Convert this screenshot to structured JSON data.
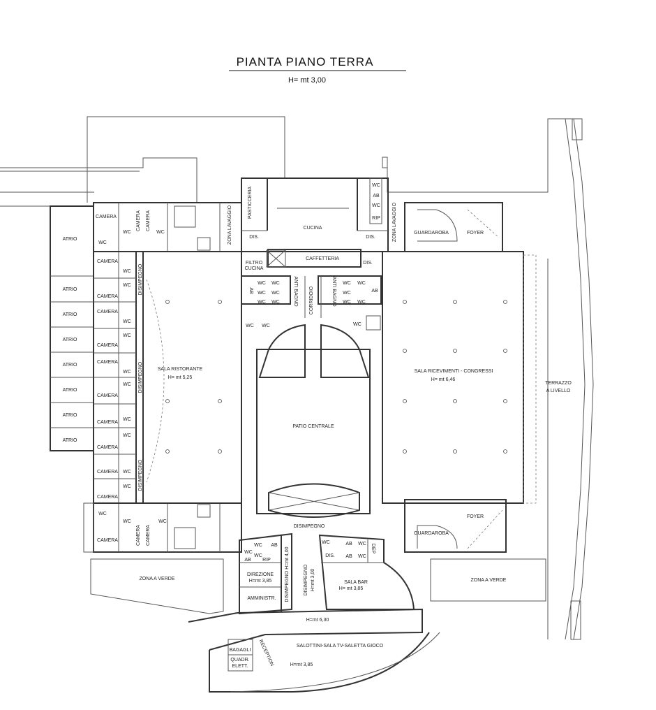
{
  "header": {
    "title": "PIANTA  PIANO  TERRA",
    "height": "H= mt 3,00"
  },
  "rooms": {
    "atrio": "ATRIO",
    "camera": "CAMERA",
    "wc": "WC",
    "ab": "AB",
    "rip": "RIP",
    "dis": "DIS.",
    "disimpegno": "DISIMPEGNO",
    "pasticceria": "PASTICCERIA",
    "cucina": "CUCINA",
    "zona_lavaggio": "ZONA LAVAGGIO",
    "caffetteria": "CAFFETTERIA",
    "filtro_cucina_1": "FILTRO",
    "filtro_cucina_2": "CUCINA",
    "anti_bagno": "ANTI BAGNO",
    "corridoio": "CORRIDOIO",
    "guardaroba": "GUARDAROBA",
    "foyer": "FOYER",
    "sala_ristorante": "SALA RISTORANTE",
    "sala_ristorante_h": "H= mt 5,25",
    "sala_ricevimenti": "SALA RICEVIMENTI - CONGRESSI",
    "sala_ricevimenti_h": "H= mt 6,46",
    "patio": "PATIO CENTRALE",
    "terrazzo_1": "TERRAZZO",
    "terrazzo_2": "A LIVELLO",
    "zona_verde": "ZONA A VERDE",
    "direzione": "DIREZIONE",
    "direzione_h": "H=mt 3,85",
    "amministr": "AMMINISTR.",
    "disimpegno_h4": "DISIMPEGNO H=mt 4,00",
    "disimpegno_h3": "DISIMPEGNO",
    "disimpegno_h3b": "H=mt 3,00",
    "dep": "DEP",
    "sala_bar": "SALA BAR",
    "sala_bar_h": "H= mt 3,85",
    "h630": "H=mt 6,30",
    "salottini": "SALOTTINI-SALA TV-SALETTA GIOCO",
    "salottini_h": "H=mt 3,85",
    "bagagli": "BAGAGLI",
    "quadr_1": "QUADR.",
    "quadr_2": "ELETT.",
    "reception": "RECEPTION"
  }
}
